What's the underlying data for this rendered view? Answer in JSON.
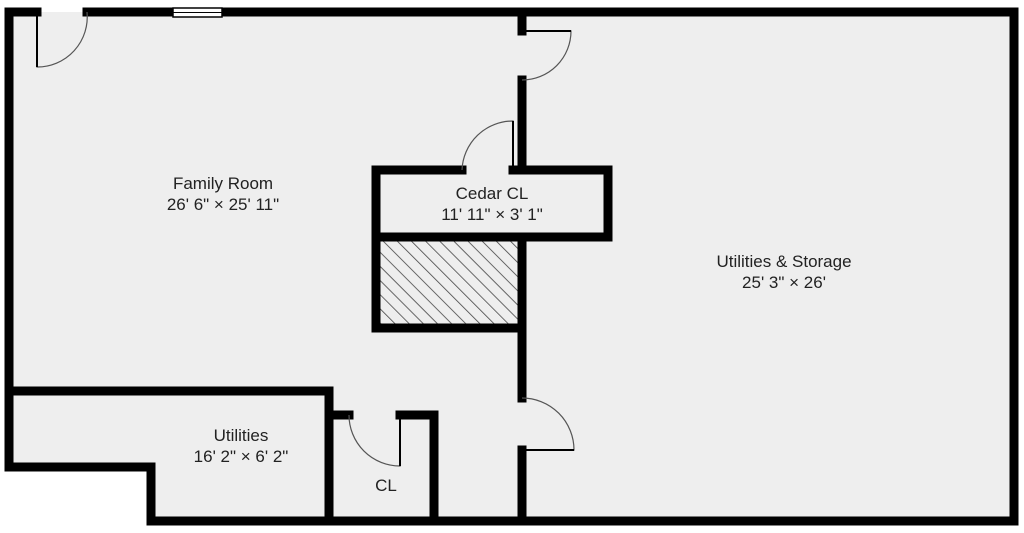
{
  "colors": {
    "wall": "#000000",
    "floor": "#eeeeee",
    "background": "#ffffff",
    "text": "#222222",
    "door_swing": "#555555"
  },
  "rooms": {
    "family_room": {
      "name": "Family Room",
      "dimensions": "26' 6\" × 25' 11\""
    },
    "cedar_closet": {
      "name": "Cedar CL",
      "dimensions": "11' 11\" × 3' 1\""
    },
    "utilities_storage": {
      "name": "Utilities & Storage",
      "dimensions": "25' 3\" × 26'"
    },
    "utilities": {
      "name": "Utilities",
      "dimensions": "16' 2\" × 6' 2\""
    },
    "closet": {
      "name": "CL"
    }
  }
}
